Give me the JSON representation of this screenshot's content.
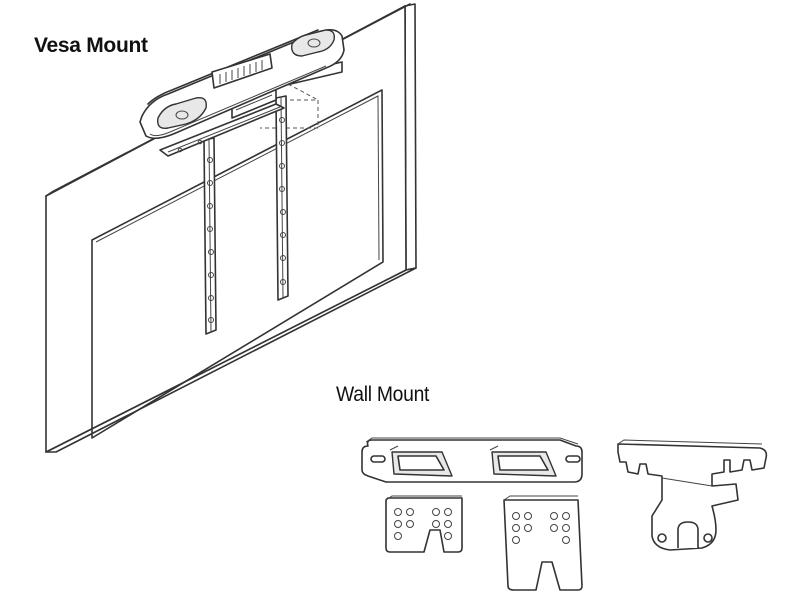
{
  "labels": {
    "vesa_mount": "Vesa Mount",
    "wall_mount": "Wall Mount"
  },
  "icons": [
    "tv-display",
    "video-bar",
    "vesa-bracket",
    "wall-plate",
    "adapter-plate",
    "wall-bracket"
  ]
}
